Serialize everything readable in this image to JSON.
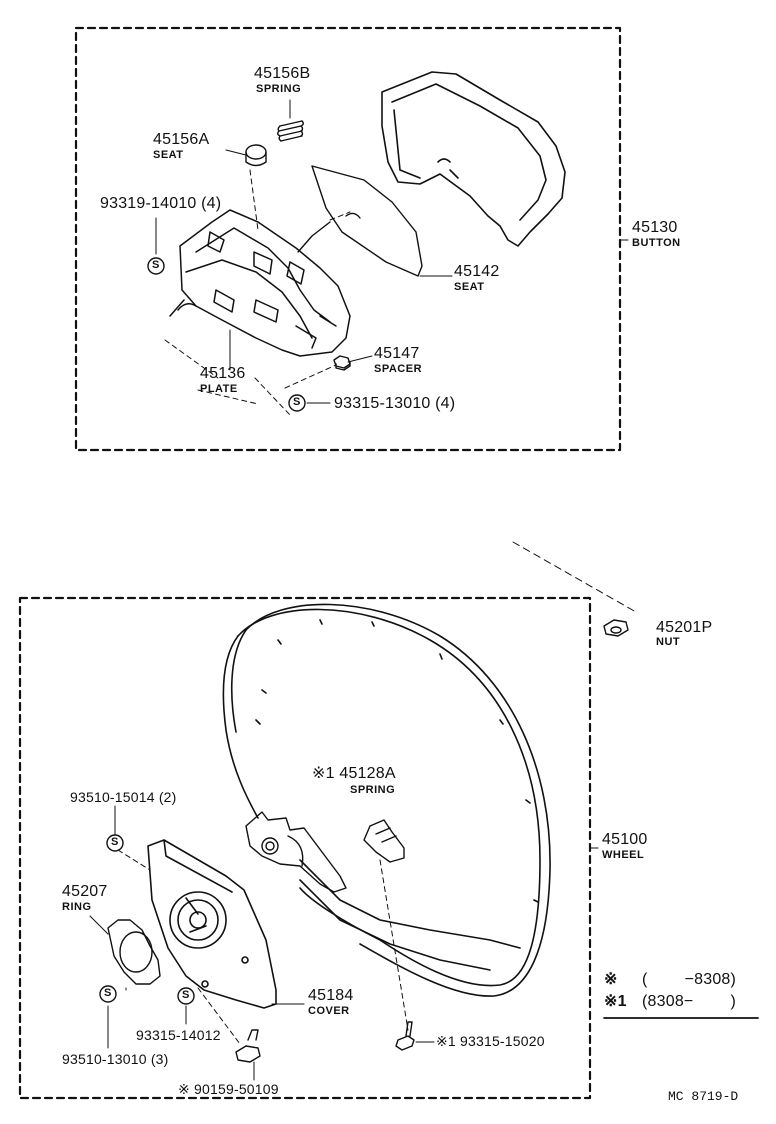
{
  "top_group": {
    "spring": {
      "part_no": "45156B",
      "name": "SPRING"
    },
    "seat_small": {
      "part_no": "45156A",
      "name": "SEAT"
    },
    "screw_a": {
      "part_no": "93319-14010 (4)",
      "symbol": "S"
    },
    "button": {
      "part_no": "45130",
      "name": "BUTTON"
    },
    "seat_plate": {
      "part_no": "45142",
      "name": "SEAT"
    },
    "spacer": {
      "part_no": "45147",
      "name": "SPACER"
    },
    "plate": {
      "part_no": "45136",
      "name": "PLATE"
    },
    "screw_b": {
      "part_no": "93315-13010 (4)",
      "symbol": "S"
    }
  },
  "bottom_group": {
    "nut": {
      "part_no": "45201P",
      "name": "NUT"
    },
    "spring": {
      "part_no": "※1 45128A",
      "name": "SPRING"
    },
    "screw_c": {
      "part_no": "93510-15014 (2)",
      "symbol": "S"
    },
    "wheel": {
      "part_no": "45100",
      "name": "WHEEL"
    },
    "ring": {
      "part_no": "45207",
      "name": "RING"
    },
    "cover": {
      "part_no": "45184",
      "name": "COVER"
    },
    "screw_d": {
      "part_no": "93315-14012",
      "symbol": "S"
    },
    "screw_e": {
      "part_no": "93510-13010 (3)",
      "symbol": "S"
    },
    "bolt": {
      "part_no": "※ 90159-50109"
    },
    "screw_f": {
      "part_no": "※1 93315-15020"
    }
  },
  "legend": {
    "row1_mark": "※",
    "row1_range": "(　　 −8308)",
    "row2_mark": "※1",
    "row2_range": "(8308−　　 )"
  },
  "footer": {
    "code": "MC  8719-D"
  }
}
